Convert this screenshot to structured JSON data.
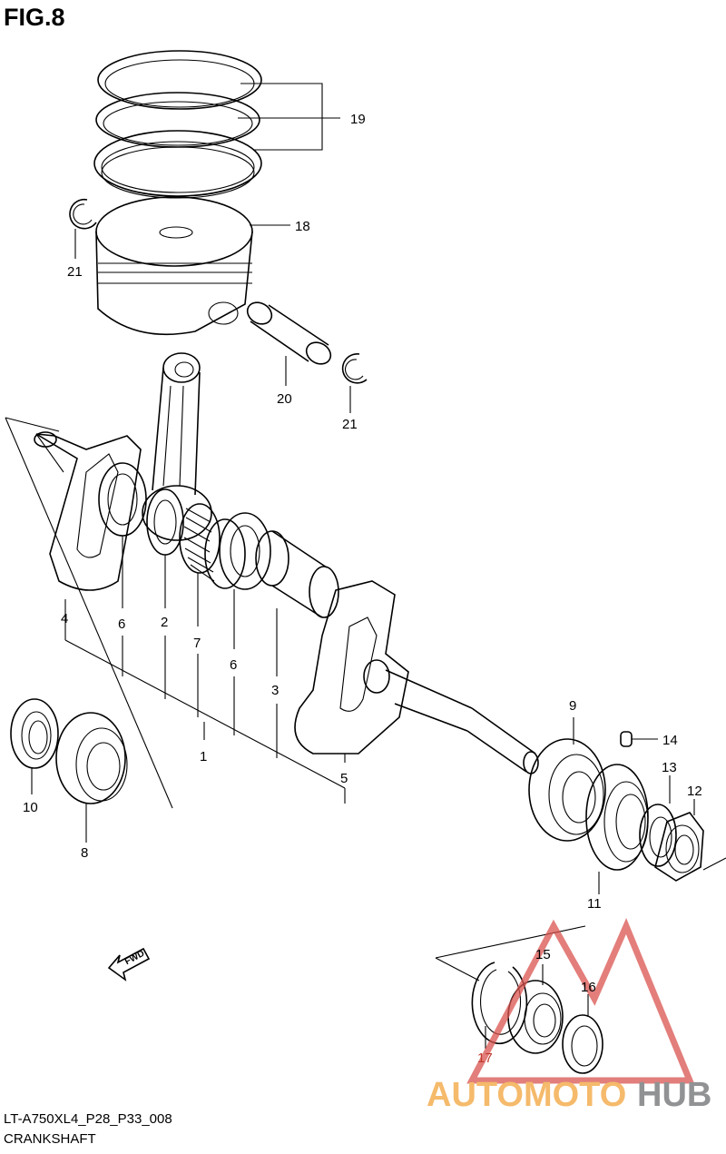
{
  "figure": {
    "title": "FIG.8"
  },
  "footer": {
    "code": "LT-A750XL4_P28_P33_008",
    "name": "CRANKSHAFT"
  },
  "fwd_arrow": {
    "label": "FWD"
  },
  "watermark": {
    "part1": "AUTOMOTO",
    "part2": "HUB",
    "color1": "#f2a33a",
    "color2": "#6d6e71",
    "triangle_color": "#d9534f"
  },
  "callouts": [
    {
      "id": "19",
      "label": "19"
    },
    {
      "id": "18",
      "label": "18"
    },
    {
      "id": "21a",
      "label": "21"
    },
    {
      "id": "20",
      "label": "20"
    },
    {
      "id": "21b",
      "label": "21"
    },
    {
      "id": "4",
      "label": "4"
    },
    {
      "id": "6a",
      "label": "6"
    },
    {
      "id": "2",
      "label": "2"
    },
    {
      "id": "7",
      "label": "7"
    },
    {
      "id": "6b",
      "label": "6"
    },
    {
      "id": "3",
      "label": "3"
    },
    {
      "id": "1",
      "label": "1"
    },
    {
      "id": "5",
      "label": "5"
    },
    {
      "id": "9",
      "label": "9"
    },
    {
      "id": "14",
      "label": "14"
    },
    {
      "id": "13",
      "label": "13"
    },
    {
      "id": "12",
      "label": "12"
    },
    {
      "id": "11",
      "label": "11"
    },
    {
      "id": "10",
      "label": "10"
    },
    {
      "id": "8",
      "label": "8"
    },
    {
      "id": "15",
      "label": "15"
    },
    {
      "id": "16",
      "label": "16"
    },
    {
      "id": "17",
      "label": "17"
    }
  ]
}
